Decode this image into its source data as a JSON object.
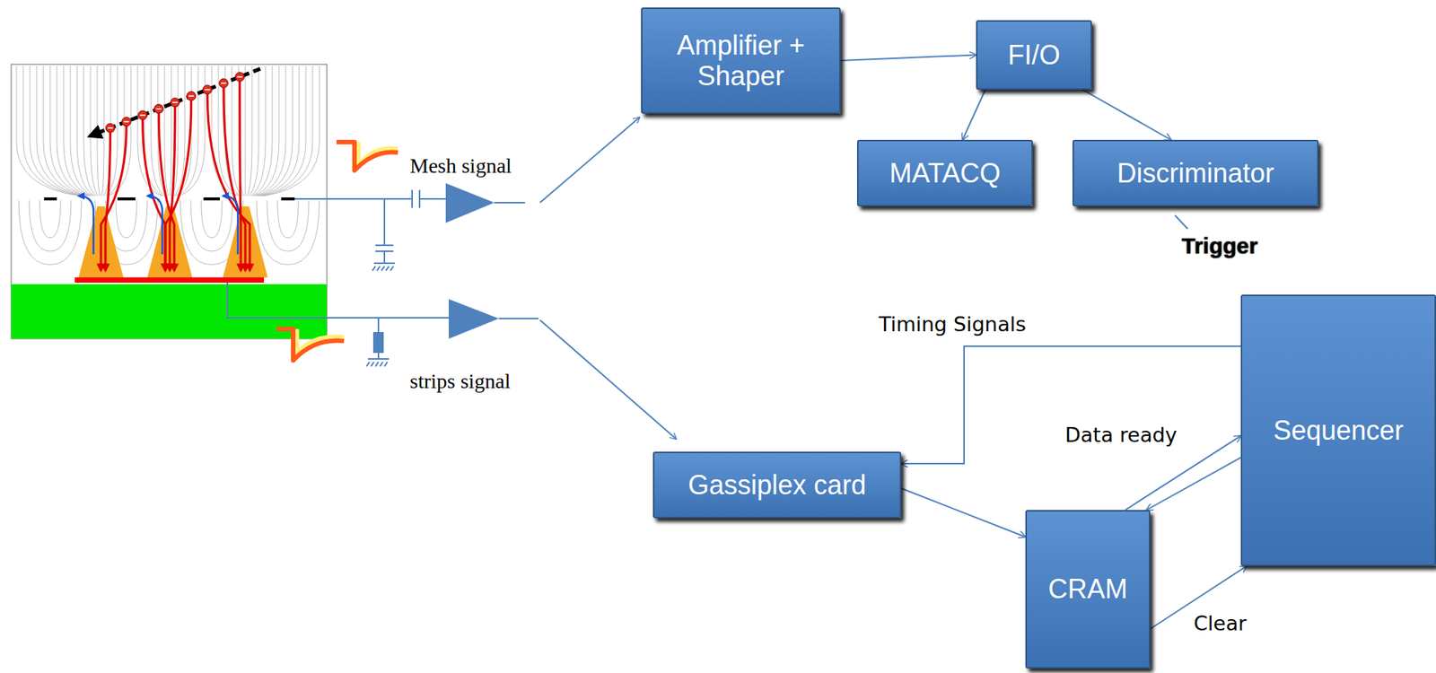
{
  "diagram": {
    "nodes": [
      {
        "text": [
          "Amplifier + Shaper"
        ]
      },
      {
        "text": [
          "FI/O"
        ]
      },
      {
        "text": [
          "MATACQ"
        ]
      },
      {
        "text": [
          "Discriminator"
        ]
      },
      {
        "text": [
          "Gassiplex card"
        ]
      },
      {
        "text": [
          "CRAM"
        ]
      },
      {
        "text": [
          "Sequencer"
        ]
      }
    ],
    "edges": [
      {
        "from": 0,
        "to": 1,
        "arrow": "to"
      },
      {
        "from": 1,
        "to": 2,
        "arrow": "to"
      },
      {
        "from": 1,
        "to": 3,
        "arrow": "to"
      },
      {
        "from": 6,
        "to": 4,
        "label": "Timing Signals",
        "arrow": "to"
      },
      {
        "from": 4,
        "to": 5,
        "arrow": "to"
      },
      {
        "from": 5,
        "to": 6,
        "label": "Data ready",
        "arrow": "to"
      },
      {
        "from": 6,
        "to": 5,
        "arrow": "to"
      },
      {
        "from": 5,
        "to": 6,
        "label": "Clear",
        "arrow": "to"
      }
    ],
    "labels": [
      "Mesh signal",
      "strips signal",
      "Trigger"
    ]
  }
}
